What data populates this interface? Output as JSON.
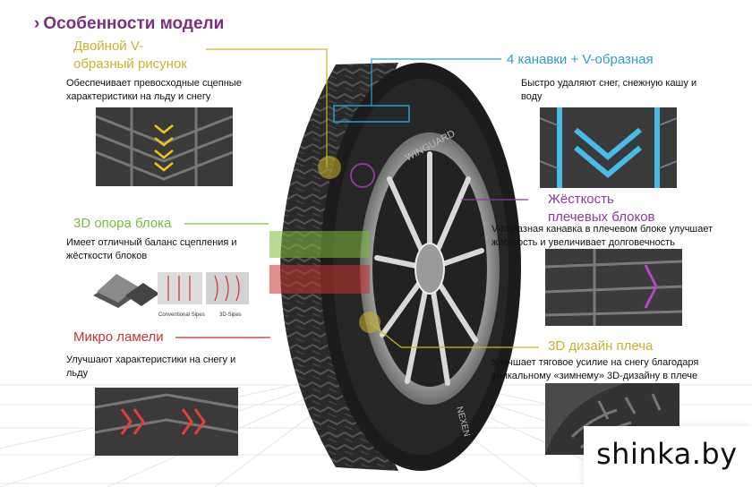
{
  "header": {
    "chevron": "›",
    "title": "Особенности модели"
  },
  "features": [
    {
      "id": "v-pattern",
      "title_line1": "Двойной V-",
      "title_line2": "образный рисунок",
      "description": "Обеспечивает превосходные сцепные характеристики на льду и снегу",
      "color": "#c9b52a"
    },
    {
      "id": "grooves",
      "title": "4 канавки + V-образная",
      "description": "Быстро удаляют снег, снежную кашу и воду",
      "color": "#2aa0c8"
    },
    {
      "id": "block-support",
      "title": "3D опора блока",
      "description": "Имеет отличный баланс сцепления и жёсткости блоков",
      "color": "#7dbb3c"
    },
    {
      "id": "shoulder-stiffness",
      "title_line1": "Жёсткость",
      "title_line2": "плечевых блоков",
      "description": "V-образная канавка в плечевом блоке улучшает жёсткость и увеличивает долговечность",
      "color": "#8a3c96"
    },
    {
      "id": "micro-sipes",
      "title": "Микро ламели",
      "description": "Улучшают характеристики на снегу и льду",
      "color": "#c83232"
    },
    {
      "id": "shoulder-3d",
      "title": "3D дизайн плеча",
      "description": "Улучшает тяговое усилие на снегу благодаря уникальному «зимнему» 3D-дизайну в плече",
      "color": "#c9b52a"
    }
  ],
  "sipe_captions": {
    "conventional": "Conventional Sipes",
    "three_d": "3D-Sipes"
  },
  "tire_text": {
    "model": "WINGUARD",
    "brand": "NEXEN"
  },
  "logo": {
    "text": "shinka.by"
  }
}
